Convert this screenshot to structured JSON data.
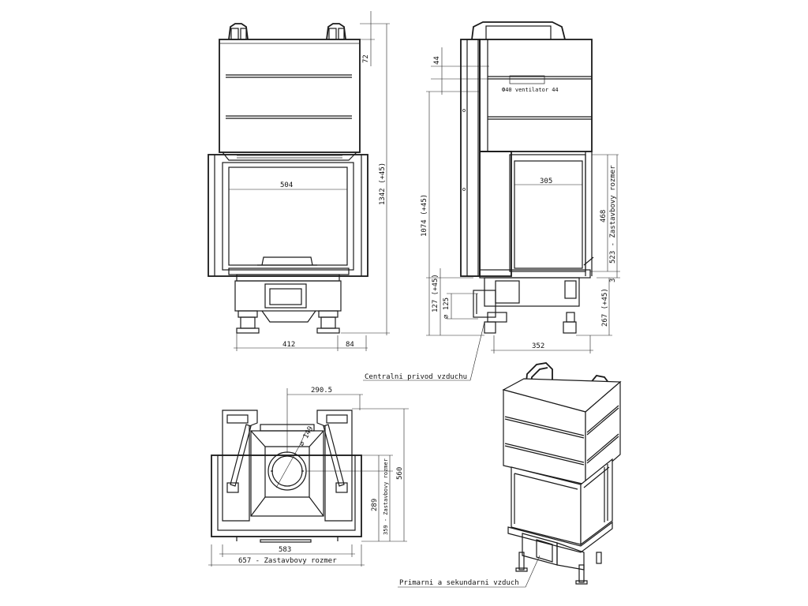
{
  "front_view": {
    "dim_height_total": "1342 (+45)",
    "dim_top": "72",
    "dim_opening_width": "504",
    "dim_base_width": "412",
    "dim_side": "84"
  },
  "side_view": {
    "dim_top": "44",
    "dim_height": "1074 (+45)",
    "dim_opening_width": "305",
    "dim_opening_height": "468",
    "dim_install_height": "523 - Zastavbovy rozmer",
    "dim_small": "3",
    "dim_duct_height": "127 (+45)",
    "dim_duct_diameter": "∅ 125",
    "dim_base_height": "267 (+45)",
    "dim_depth": "352",
    "label_central_air": "Centralni privod vzduchu",
    "plate_text": "Ф40  ventilator  44"
  },
  "top_view": {
    "dim_offset": "290.5",
    "dim_flue": "∅ 149",
    "dim_depth_total": "560",
    "dim_inner": "289",
    "dim_install_depth": "359 - Zastavbovy rozmer",
    "dim_width": "583",
    "dim_install_width": "657 - Zastavbovy rozmer"
  },
  "iso_view": {
    "label_air": "Primarni a sekundarni vzduch"
  }
}
